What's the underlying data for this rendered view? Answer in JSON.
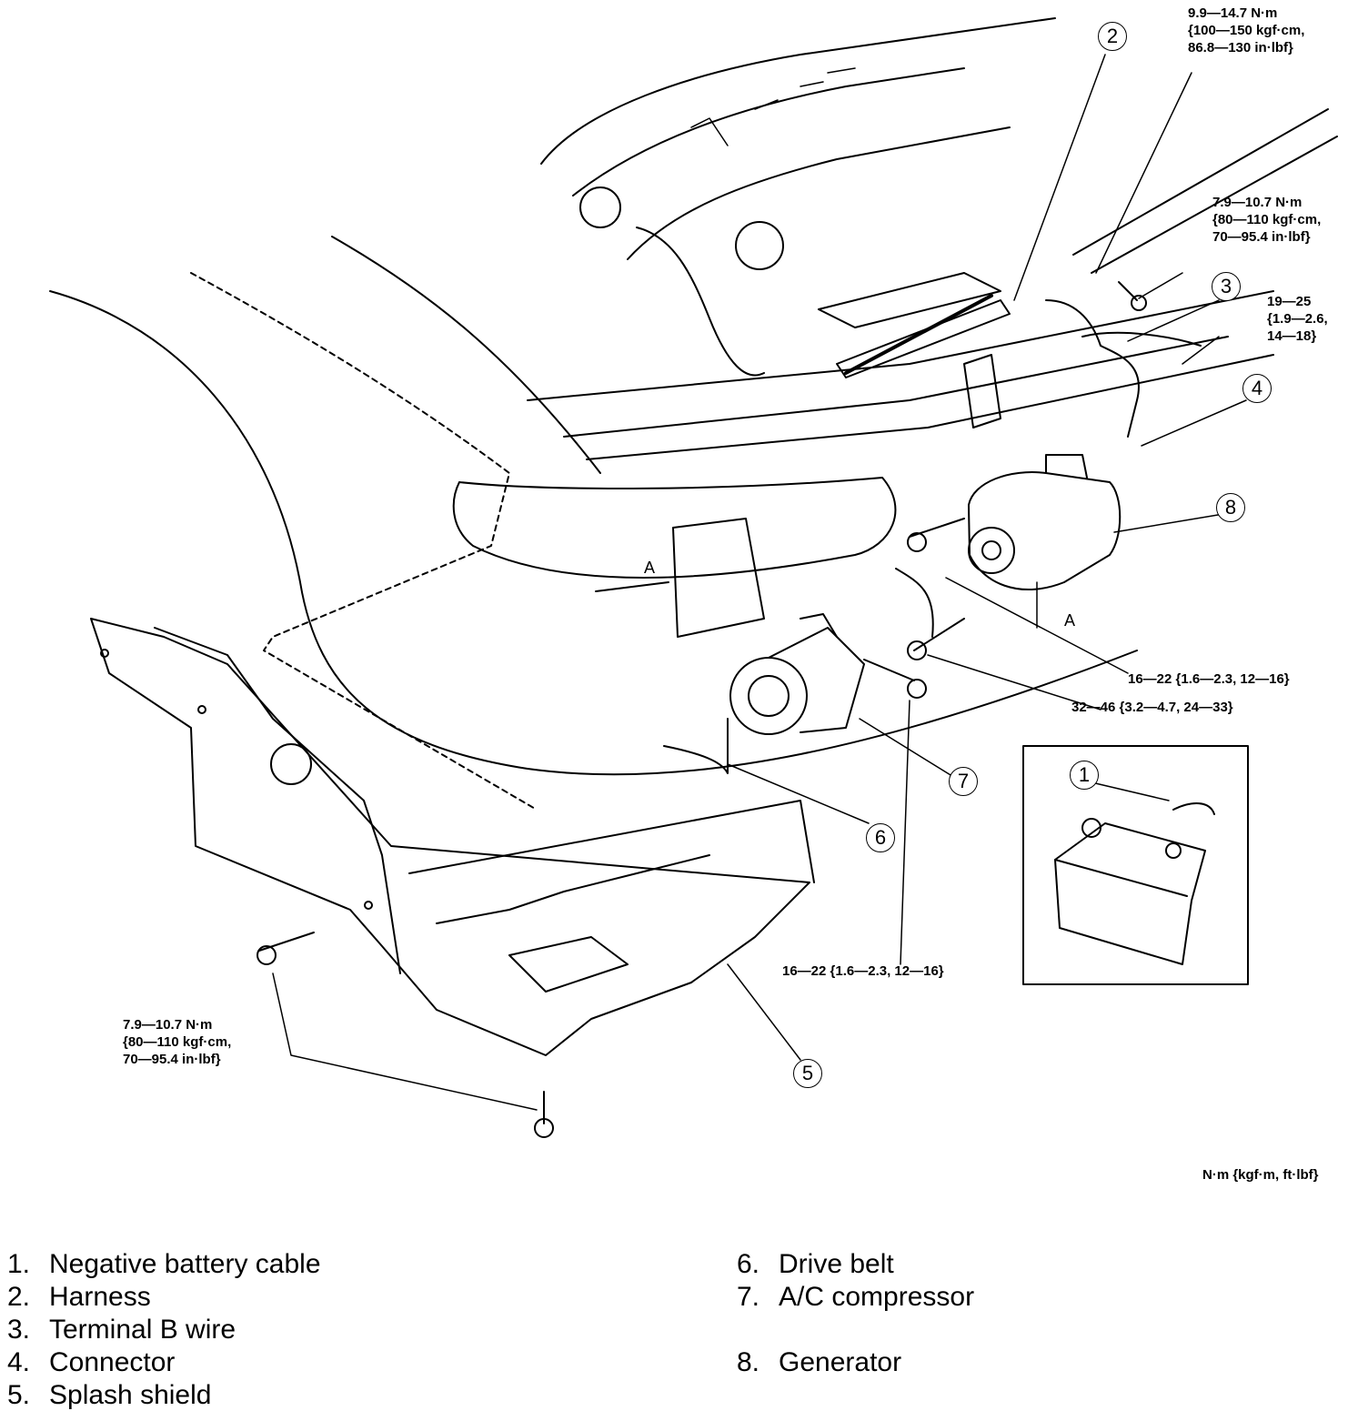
{
  "torque_specs": {
    "harness_bolt": [
      "9.9—14.7 N·m",
      "{100—150 kgf·cm,",
      "86.8—130 in·lbf}"
    ],
    "terminal_bolt": [
      "7.9—10.7 N·m",
      "{80—110 kgf·cm,",
      "70—95.4 in·lbf}"
    ],
    "terminal_nut": [
      "19—25",
      "{1.9—2.6,",
      "14—18}"
    ],
    "upper_generator_bolt": "16—22 {1.6—2.3, 12—16}",
    "lower_generator_bolt": "32—46 {3.2—4.7, 24—33}",
    "compressor_bolt": "16—22 {1.6—2.3, 12—16}",
    "splash_shield_bolt": [
      "7.9—10.7 N·m",
      "{80—110 kgf·cm,",
      "70—95.4 in·lbf}"
    ]
  },
  "units_note": "N·m {kgf·m, ft·lbf}",
  "reference_mark": "A",
  "callouts": [
    "1",
    "2",
    "3",
    "4",
    "5",
    "6",
    "7",
    "8"
  ],
  "legend": {
    "left": [
      {
        "num": "1.",
        "label": "Negative battery cable"
      },
      {
        "num": "2.",
        "label": "Harness"
      },
      {
        "num": "3.",
        "label": "Terminal B wire"
      },
      {
        "num": "4.",
        "label": "Connector"
      },
      {
        "num": "5.",
        "label": "Splash shield"
      }
    ],
    "right": [
      {
        "num": "6.",
        "label": "Drive belt"
      },
      {
        "num": "7.",
        "label": "A/C compressor"
      },
      {
        "num": "8.",
        "label": "Generator"
      }
    ]
  }
}
